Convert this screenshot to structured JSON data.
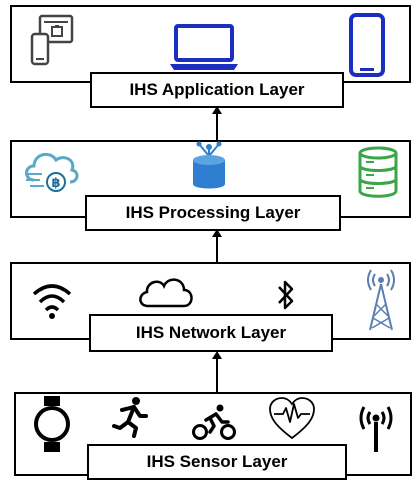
{
  "layers": {
    "application": {
      "label": "IHS Application Layer"
    },
    "processing": {
      "label": "IHS Processing Layer"
    },
    "network": {
      "label": "IHS Network Layer"
    },
    "sensor": {
      "label": "IHS Sensor Layer"
    }
  },
  "icons": {
    "application": [
      "remote-device-icon",
      "laptop-icon",
      "smartphone-icon"
    ],
    "processing": [
      "cloud-bitcoin-icon",
      "data-hub-icon",
      "database-icon"
    ],
    "network": [
      "wifi-icon",
      "cloud-icon",
      "bluetooth-icon",
      "radio-tower-icon"
    ],
    "sensor": [
      "smartwatch-icon",
      "running-icon",
      "cycling-icon",
      "heart-rate-icon",
      "signal-antenna-icon"
    ]
  },
  "colors": {
    "border": "#000000",
    "blue": "#1a2fc0",
    "cylinder_blue": "#2f7fd0",
    "db_green": "#3aa64a",
    "cloud_teal": "#5aa8c8"
  }
}
